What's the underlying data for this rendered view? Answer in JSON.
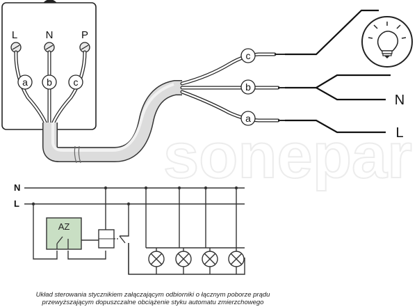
{
  "watermark": "sonepar",
  "box": {
    "terminals": [
      {
        "label": "L"
      },
      {
        "label": "N"
      },
      {
        "label": "P"
      }
    ],
    "wire_tags": [
      {
        "label": "a"
      },
      {
        "label": "b"
      },
      {
        "label": "c"
      }
    ]
  },
  "cable_end": {
    "wire_tags": [
      {
        "label": "c"
      },
      {
        "label": "b"
      },
      {
        "label": "a"
      }
    ]
  },
  "outputs": {
    "n_label": "N",
    "l_label": "L",
    "lamp": {
      "icon": "light-bulb-icon"
    }
  },
  "schematic": {
    "bus_n_label": "N",
    "bus_l_label": "L",
    "relay_label": "AZ",
    "relay_fill": "#c9dfc4",
    "lamp_count": 4
  },
  "caption": {
    "line1": "Układ sterowania stycznikiem załączającym odbiorniki o łącznym poborze prądu",
    "line2": "przewyższającym dopuszczalne obciążenie styku automatu zmierzchowego"
  }
}
